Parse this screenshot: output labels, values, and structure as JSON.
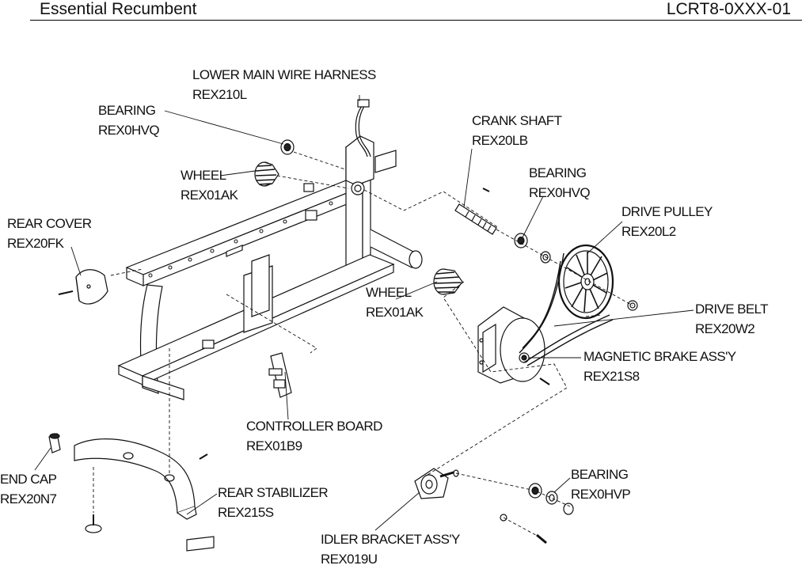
{
  "header": {
    "title": "Essential Recumbent",
    "model": "LCRT8-0XXX-01"
  },
  "parts": {
    "lower_main_wire_harness": {
      "name": "LOWER MAIN WIRE HARNESS",
      "code": "REX210L"
    },
    "bearing_top": {
      "name": "BEARING",
      "code": "REX0HVQ"
    },
    "crank_shaft": {
      "name": "CRANK SHAFT",
      "code": "REX20LB"
    },
    "wheel_top": {
      "name": "WHEEL",
      "code": "REX01AK"
    },
    "bearing_crank": {
      "name": "BEARING",
      "code": "REX0HVQ"
    },
    "drive_pulley": {
      "name": "DRIVE PULLEY",
      "code": "REX20L2"
    },
    "rear_cover": {
      "name": "REAR COVER",
      "code": "REX20FK"
    },
    "wheel_front": {
      "name": "WHEEL",
      "code": "REX01AK"
    },
    "drive_belt": {
      "name": "DRIVE BELT",
      "code": "REX20W2"
    },
    "magnetic_brake": {
      "name": "MAGNETIC  BRAKE ASS'Y",
      "code": "REX21S8"
    },
    "controller_board": {
      "name": "CONTROLLER BOARD",
      "code": "REX01B9"
    },
    "end_cap": {
      "name": "END CAP",
      "code": "REX20N7"
    },
    "rear_stabilizer": {
      "name": "REAR STABILIZER",
      "code": "REX215S"
    },
    "bearing_idler": {
      "name": "BEARING",
      "code": "REX0HVP"
    },
    "idler_bracket": {
      "name": "IDLER BRACKET ASS'Y",
      "code": "REX019U"
    }
  }
}
